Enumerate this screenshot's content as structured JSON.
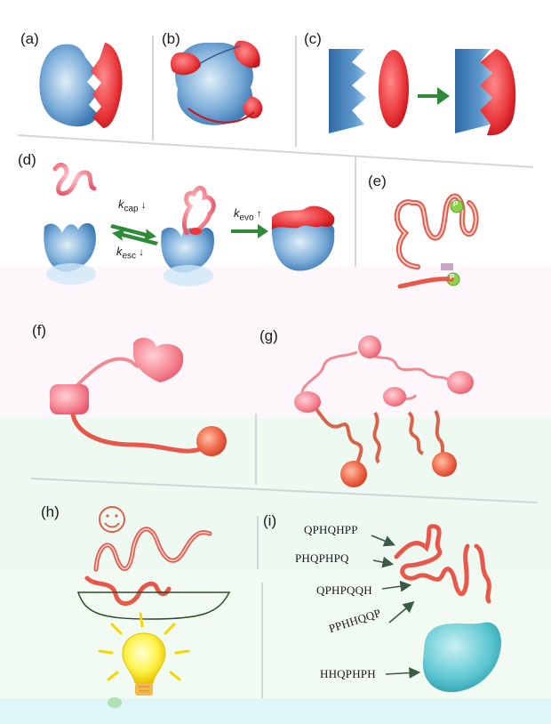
{
  "panels": {
    "a": {
      "label": "(a)"
    },
    "b": {
      "label": "(b)"
    },
    "c": {
      "label": "(c)"
    },
    "d": {
      "label": "(d)",
      "k_cap": {
        "symbol": "k",
        "sub": "cap",
        "arrow": "↓"
      },
      "k_esc": {
        "symbol": "k",
        "sub": "esc",
        "arrow": "↓"
      },
      "k_evo": {
        "symbol": "k",
        "sub": "evo",
        "arrow": "↑"
      }
    },
    "e": {
      "label": "(e)",
      "marker": "P"
    },
    "f": {
      "label": "(f)"
    },
    "g": {
      "label": "(g)"
    },
    "h": {
      "label": "(h)"
    },
    "i": {
      "label": "(i)",
      "sequences": [
        "QPHQHPP",
        "PHQPHPQ",
        "QPHPQQH",
        "PPHHQQP",
        "HHQPHPH"
      ]
    }
  },
  "colors": {
    "protein_blue": "#5b93c8",
    "partner_red": "#e8363a",
    "arrow_green": "#2f8a3a",
    "disordered_chain": "#e8584a",
    "bulb_yellow": "#ffe94a",
    "folded_teal": "#46b9c6"
  }
}
